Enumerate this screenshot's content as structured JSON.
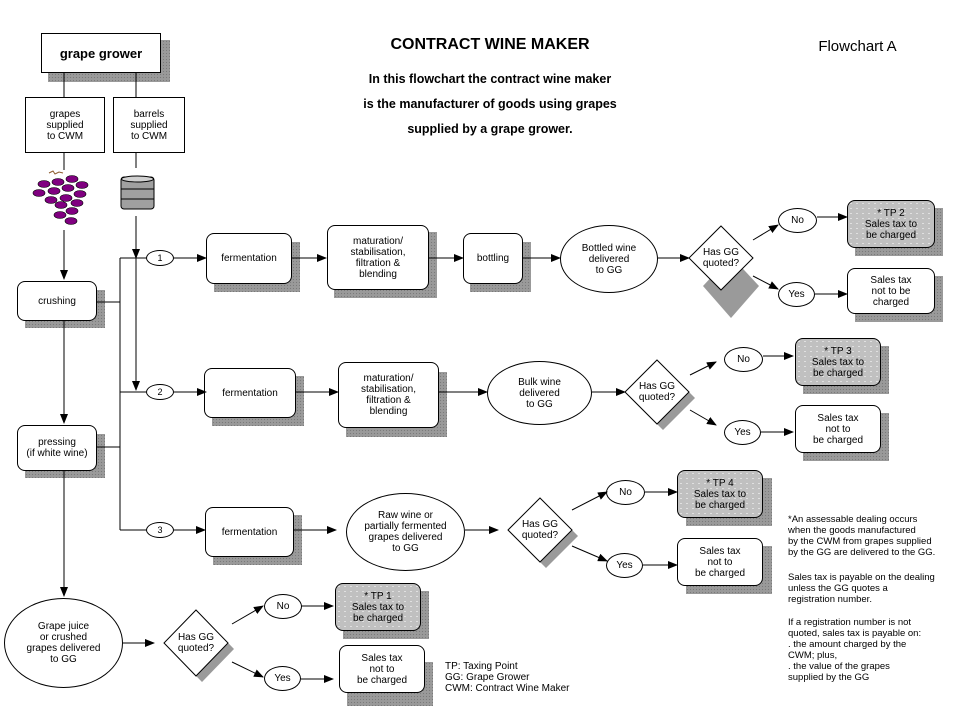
{
  "header": {
    "title": "CONTRACT WINE MAKER",
    "flowchart_id": "Flowchart A",
    "intro_lines": [
      "In this flowchart the contract wine maker",
      "is the manufacturer of goods using grapes",
      "supplied by a grape grower."
    ]
  },
  "top": {
    "grape_grower": "grape grower",
    "grapes_supplied": "grapes\nsupplied\nto CWM",
    "barrels_supplied": "barrels\nsupplied\nto CWM",
    "grapes_icon": "grapes-icon",
    "barrel_icon": "barrel-icon"
  },
  "left_column": {
    "crushing": "crushing",
    "pressing": "pressing\n(if white wine)",
    "grape_juice": "Grape juice\nor crushed\ngrapes delivered\nto GG"
  },
  "branches": [
    {
      "number": "1",
      "steps": [
        "fermentation",
        "maturation/\nstabilisation,\nfiltration &\nblending",
        "bottling"
      ],
      "delivery": "Bottled wine\ndelivered\nto GG",
      "decision": "Has GG\nquoted?",
      "no_label": "No",
      "yes_label": "Yes",
      "tp_star": "*",
      "tp_label": "TP 2",
      "tax_charged": "Sales tax to\nbe charged",
      "tax_not_charged": "Sales tax\nnot to be\ncharged"
    },
    {
      "number": "2",
      "steps": [
        "fermentation",
        "maturation/\nstabilisation,\nfiltration &\nblending"
      ],
      "delivery": "Bulk wine\ndelivered\nto GG",
      "decision": "Has GG\nquoted?",
      "no_label": "No",
      "yes_label": "Yes",
      "tp_star": "*",
      "tp_label": "TP 3",
      "tax_charged": "Sales tax to\nbe charged",
      "tax_not_charged": "Sales tax\nnot to\nbe charged"
    },
    {
      "number": "3",
      "steps": [
        "fermentation"
      ],
      "delivery": "Raw wine or\npartially fermented\ngrapes  delivered\nto GG",
      "decision": "Has GG\nquoted?",
      "no_label": "No",
      "yes_label": "Yes",
      "tp_star": "*",
      "tp_label": "TP 4",
      "tax_charged": "Sales tax to\nbe charged",
      "tax_not_charged": "Sales tax\nnot to\nbe charged"
    }
  ],
  "bottom_branch": {
    "decision": "Has GG\nquoted?",
    "no_label": "No",
    "yes_label": "Yes",
    "tp_star": "*",
    "tp_label": "TP 1",
    "tax_charged": "Sales tax to\nbe charged",
    "tax_not_charged": "Sales tax\nnot to\nbe charged"
  },
  "legend": "TP: Taxing Point\nGG: Grape Grower\nCWM: Contract Wine Maker",
  "notes": {
    "star": "*",
    "para1": "An assessable dealing occurs\n when the goods manufactured\n by the CWM from grapes supplied\n by the GG are delivered to the GG.",
    "para2": "Sales tax is payable on the dealing\n unless the GG quotes a\n registration number.",
    "para3": "If a registration number is not\n quoted, sales tax is payable on:\n   . the amount charged by the\n     CWM; plus,\n   . the value of the grapes\n     supplied by the GG"
  },
  "colors": {
    "grape": "#800080",
    "shadow": "#9a9a9a",
    "grey_box": "#c0c0c0"
  }
}
